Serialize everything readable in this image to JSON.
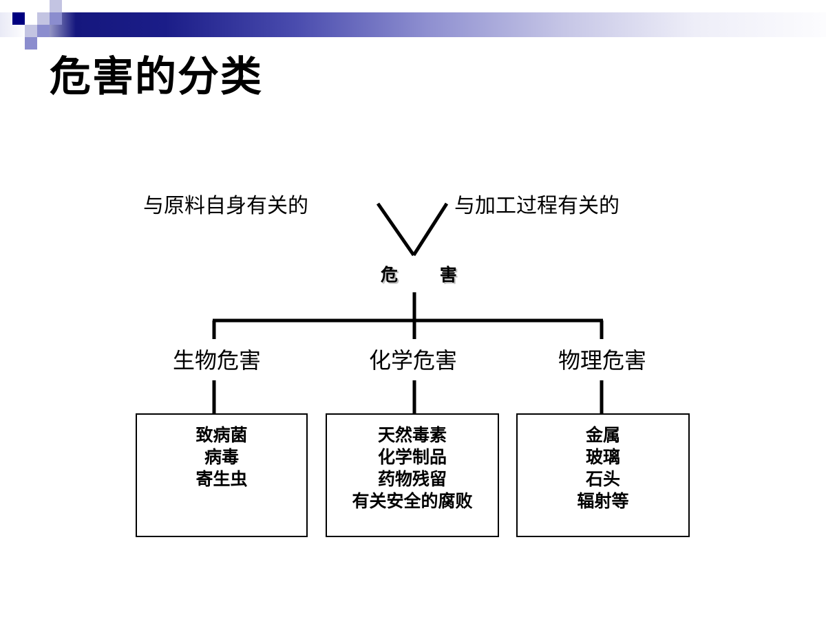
{
  "slide": {
    "title": "危害的分类",
    "background_color": "#ffffff"
  },
  "header": {
    "accent_color": "#000080",
    "gradient_from": "#15177e",
    "gradient_to": "#fcfcfe",
    "chip_mid_color": "#8b8dce",
    "chip_light_color": "#c3c4e2"
  },
  "diagram": {
    "type": "tree",
    "line_color": "#000000",
    "source_labels": [
      {
        "text": "与原料自身有关的"
      },
      {
        "text": "与加工过程有关的"
      }
    ],
    "root": {
      "text": "危  害"
    },
    "branches": [
      {
        "label": "生物危害",
        "items": [
          "致病菌",
          "病毒",
          "寄生虫"
        ]
      },
      {
        "label": "化学危害",
        "items": [
          "天然毒素",
          "化学制品",
          "药物残留",
          "有关安全的腐败"
        ]
      },
      {
        "label": "物理危害",
        "items": [
          "金属",
          "玻璃",
          "石头",
          "辐射等"
        ]
      }
    ]
  }
}
